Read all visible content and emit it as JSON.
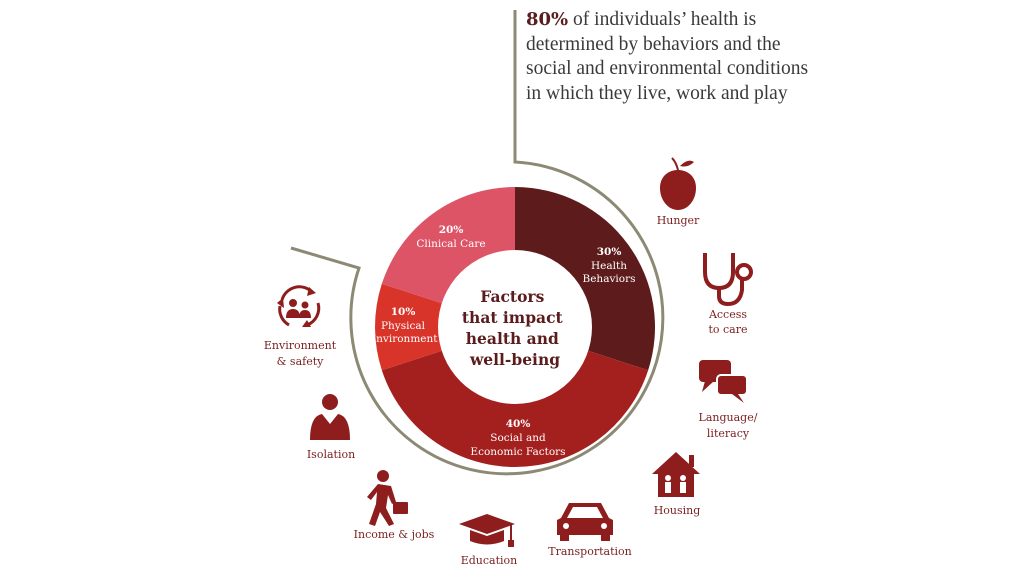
{
  "headline": {
    "highlight": "80%",
    "text": " of individuals’ health is determined by behaviors and the social and environmental conditions in which they live, work and play"
  },
  "center_title": [
    "Factors",
    "that impact",
    "health and",
    "well-being"
  ],
  "segments": [
    {
      "id": "health-behaviors",
      "pct": "30%",
      "label_lines": [
        "Health",
        "Behaviors"
      ],
      "value": 30,
      "color": "#5e1b1b"
    },
    {
      "id": "social-economic",
      "pct": "40%",
      "label_lines": [
        "Social and",
        "Economic Factors"
      ],
      "value": 40,
      "color": "#a3201f"
    },
    {
      "id": "physical-environment",
      "pct": "10%",
      "label_lines": [
        "Physical",
        "Environment"
      ],
      "value": 10,
      "color": "#d9342a"
    },
    {
      "id": "clinical-care",
      "pct": "20%",
      "label_lines": [
        "Clinical Care"
      ],
      "value": 20,
      "color": "#dc5466"
    }
  ],
  "icons": [
    {
      "id": "hunger",
      "label_lines": [
        "Hunger"
      ],
      "icon": "apple-icon"
    },
    {
      "id": "access-to-care",
      "label_lines": [
        "Access",
        "to care"
      ],
      "icon": "stethoscope-icon"
    },
    {
      "id": "language-literacy",
      "label_lines": [
        "Language/",
        "literacy"
      ],
      "icon": "speech-bubbles-icon"
    },
    {
      "id": "housing",
      "label_lines": [
        "Housing"
      ],
      "icon": "house-icon"
    },
    {
      "id": "transportation",
      "label_lines": [
        "Transportation"
      ],
      "icon": "car-icon"
    },
    {
      "id": "education",
      "label_lines": [
        "Education"
      ],
      "icon": "graduation-cap-icon"
    },
    {
      "id": "income-jobs",
      "label_lines": [
        "Income & jobs"
      ],
      "icon": "worker-icon"
    },
    {
      "id": "isolation",
      "label_lines": [
        "Isolation"
      ],
      "icon": "person-icon"
    },
    {
      "id": "environment-safety",
      "label_lines": [
        "Environment",
        "& safety"
      ],
      "icon": "recycle-people-icon"
    }
  ],
  "colors": {
    "brand_dark": "#5e1b1b",
    "icon": "#8e1d1d",
    "outline": "#8c8a74"
  }
}
